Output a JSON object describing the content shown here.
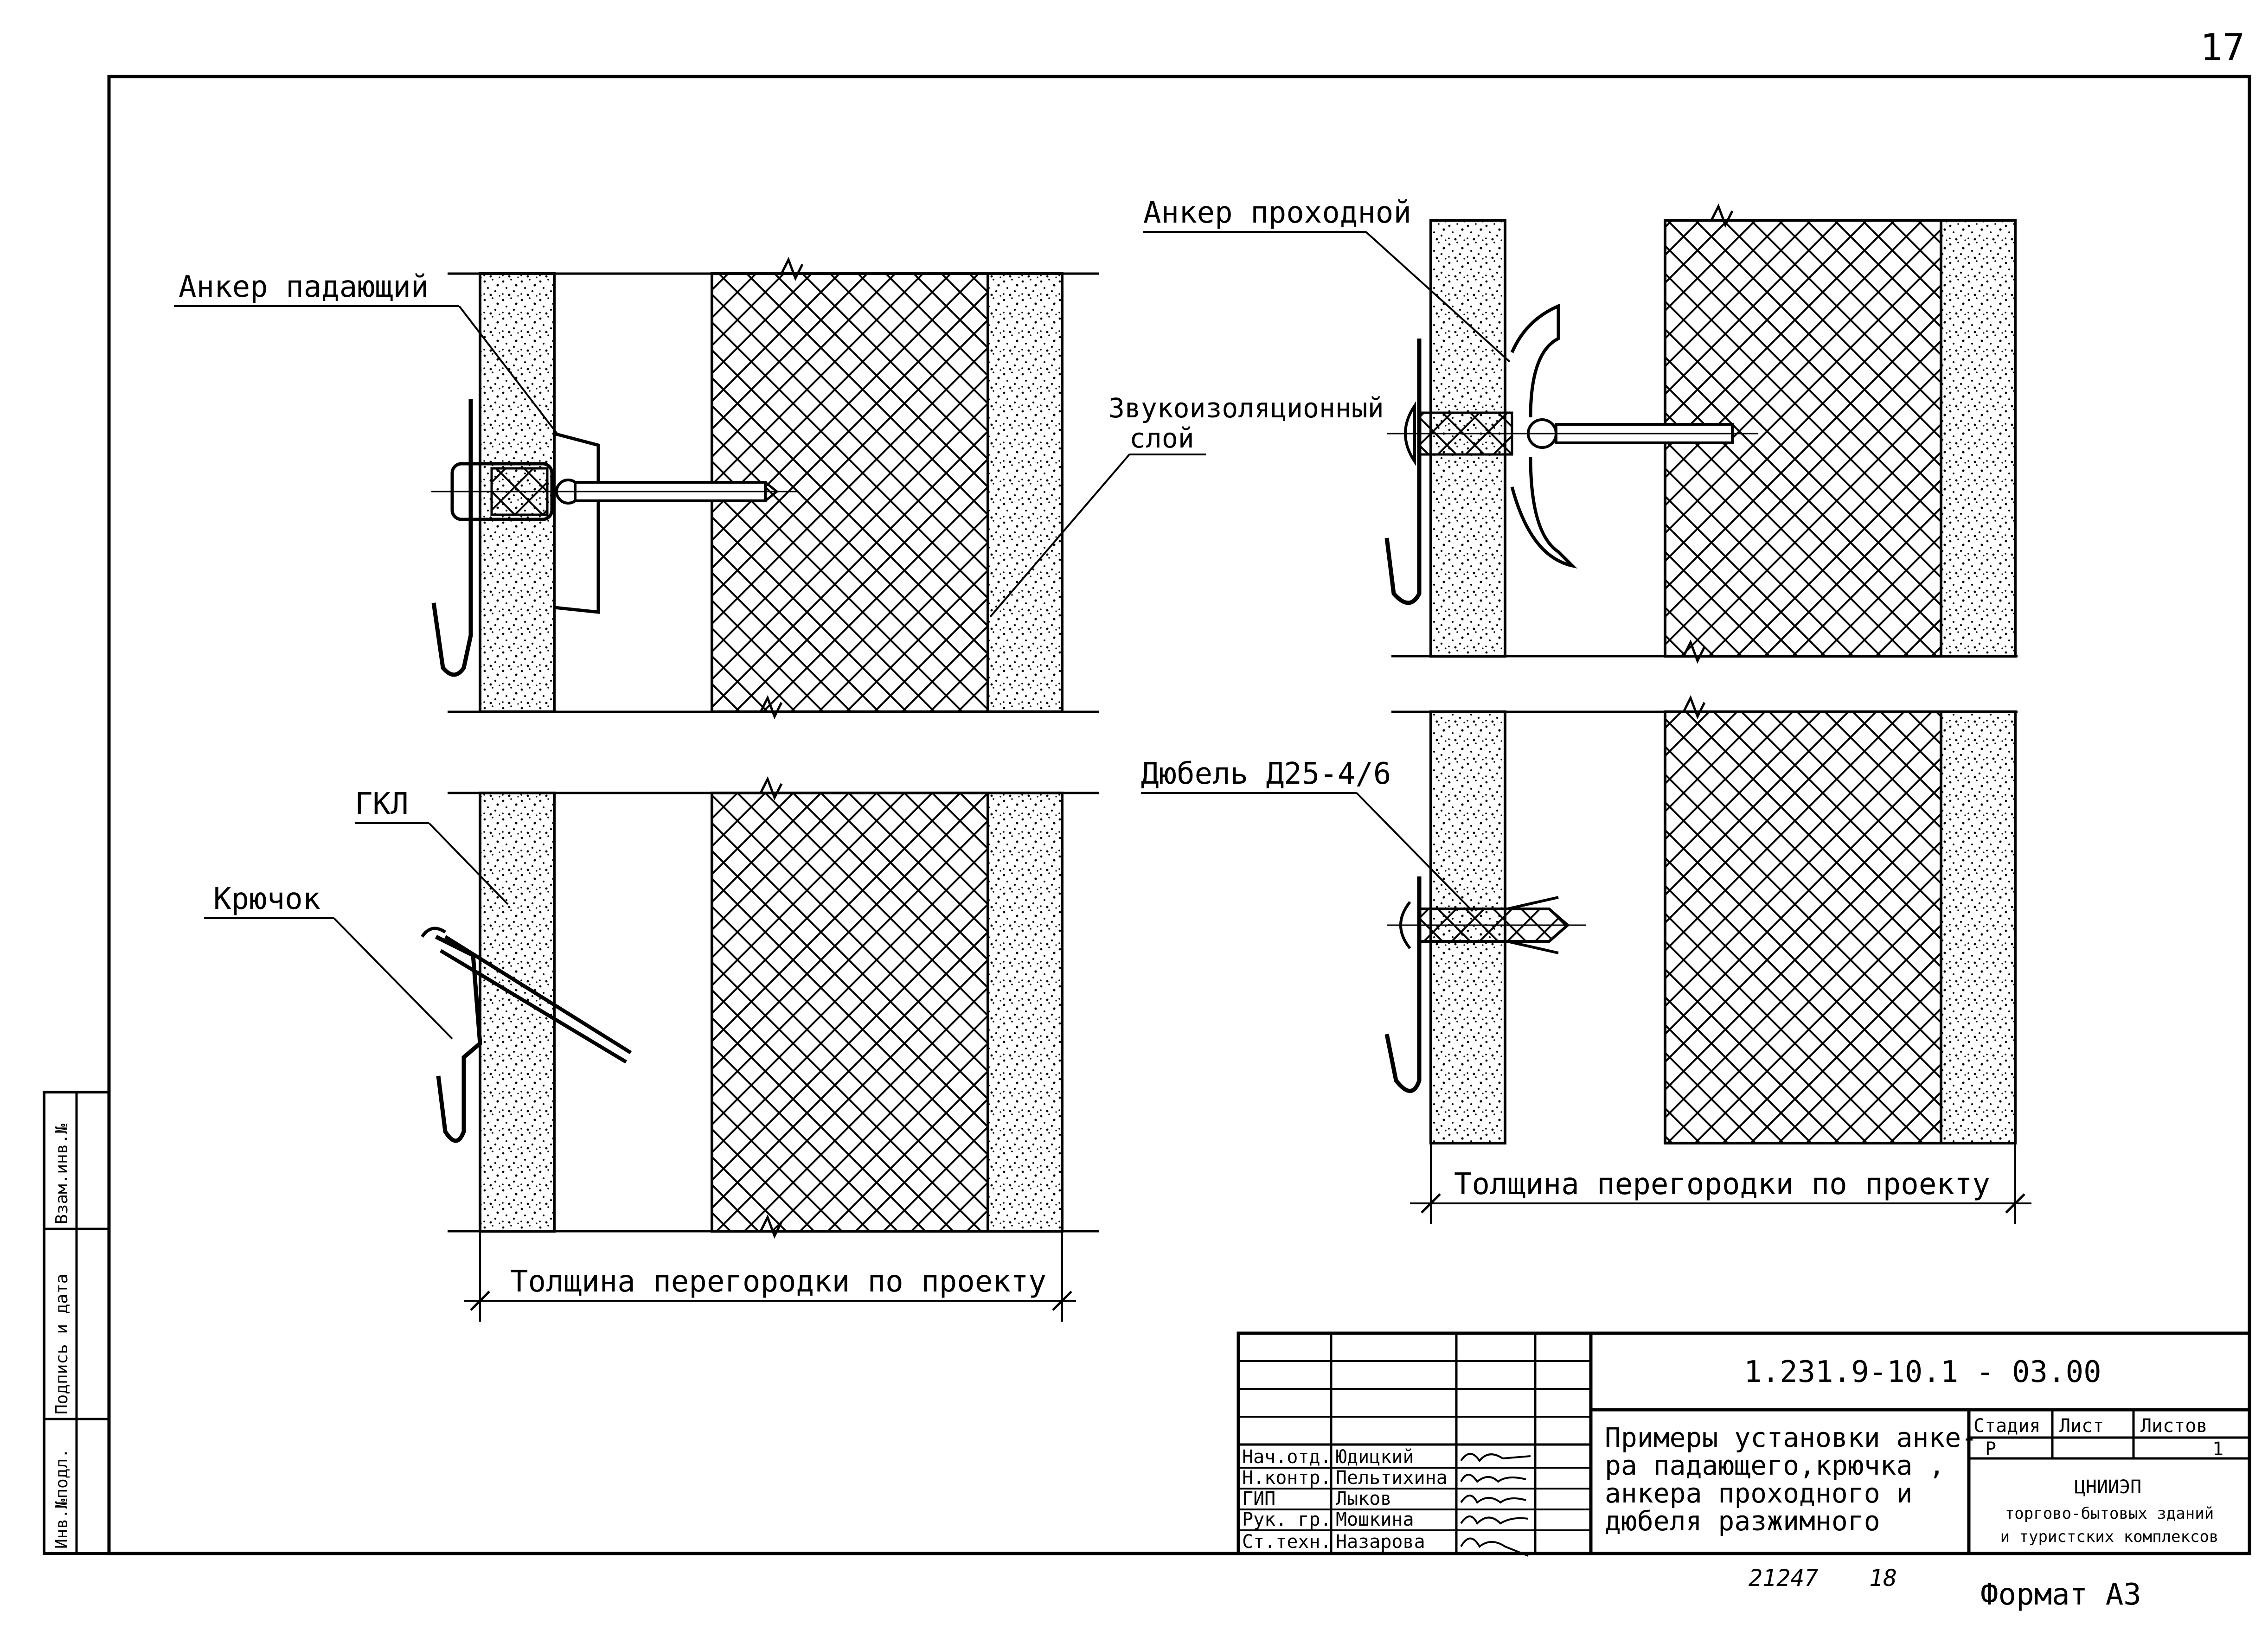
{
  "page_number": "17",
  "labels": {
    "anchor_falling": "Анкер падающий",
    "anchor_through": "Анкер проходной",
    "sound_layer_1": "Звукоизоляционный",
    "sound_layer_2": "слой",
    "gkl": "ГКЛ",
    "hook": "Крючок",
    "dowel": "Дюбель Д25-4/6",
    "thickness_left": "Толщина перегородки по проекту",
    "thickness_right": "Толщина перегородки по проекту"
  },
  "side_stamp": [
    "Инв.№подл.",
    "Подпись и дата",
    "Взам.инв.№"
  ],
  "title_block": {
    "code": "1.231.9-10.1 - 03.00",
    "roles": [
      "Нач.отд.",
      "Н.контр.",
      "ГИП",
      "Рук. гр.",
      "Ст.техн."
    ],
    "names": [
      "Юдицкий",
      "Пельтихина",
      "Лыков",
      "Мошкина",
      "Назарова"
    ],
    "title_lines": [
      "Примеры установки анке-",
      "ра падающего,крючка ,",
      "анкера проходного и",
      "дюбеля разжимного"
    ],
    "stage_header": "Стадия",
    "sheet_header": "Лист",
    "sheets_header": "Листов",
    "stage_value": "Р",
    "sheets_value": "1",
    "org_1": "ЦНИИЭП",
    "org_2": "торгово-бытовых зданий",
    "org_3": "и туристских комплексов"
  },
  "footer": {
    "archive_no": "21247",
    "archive_sheet": "18",
    "format": "Формат А3"
  }
}
